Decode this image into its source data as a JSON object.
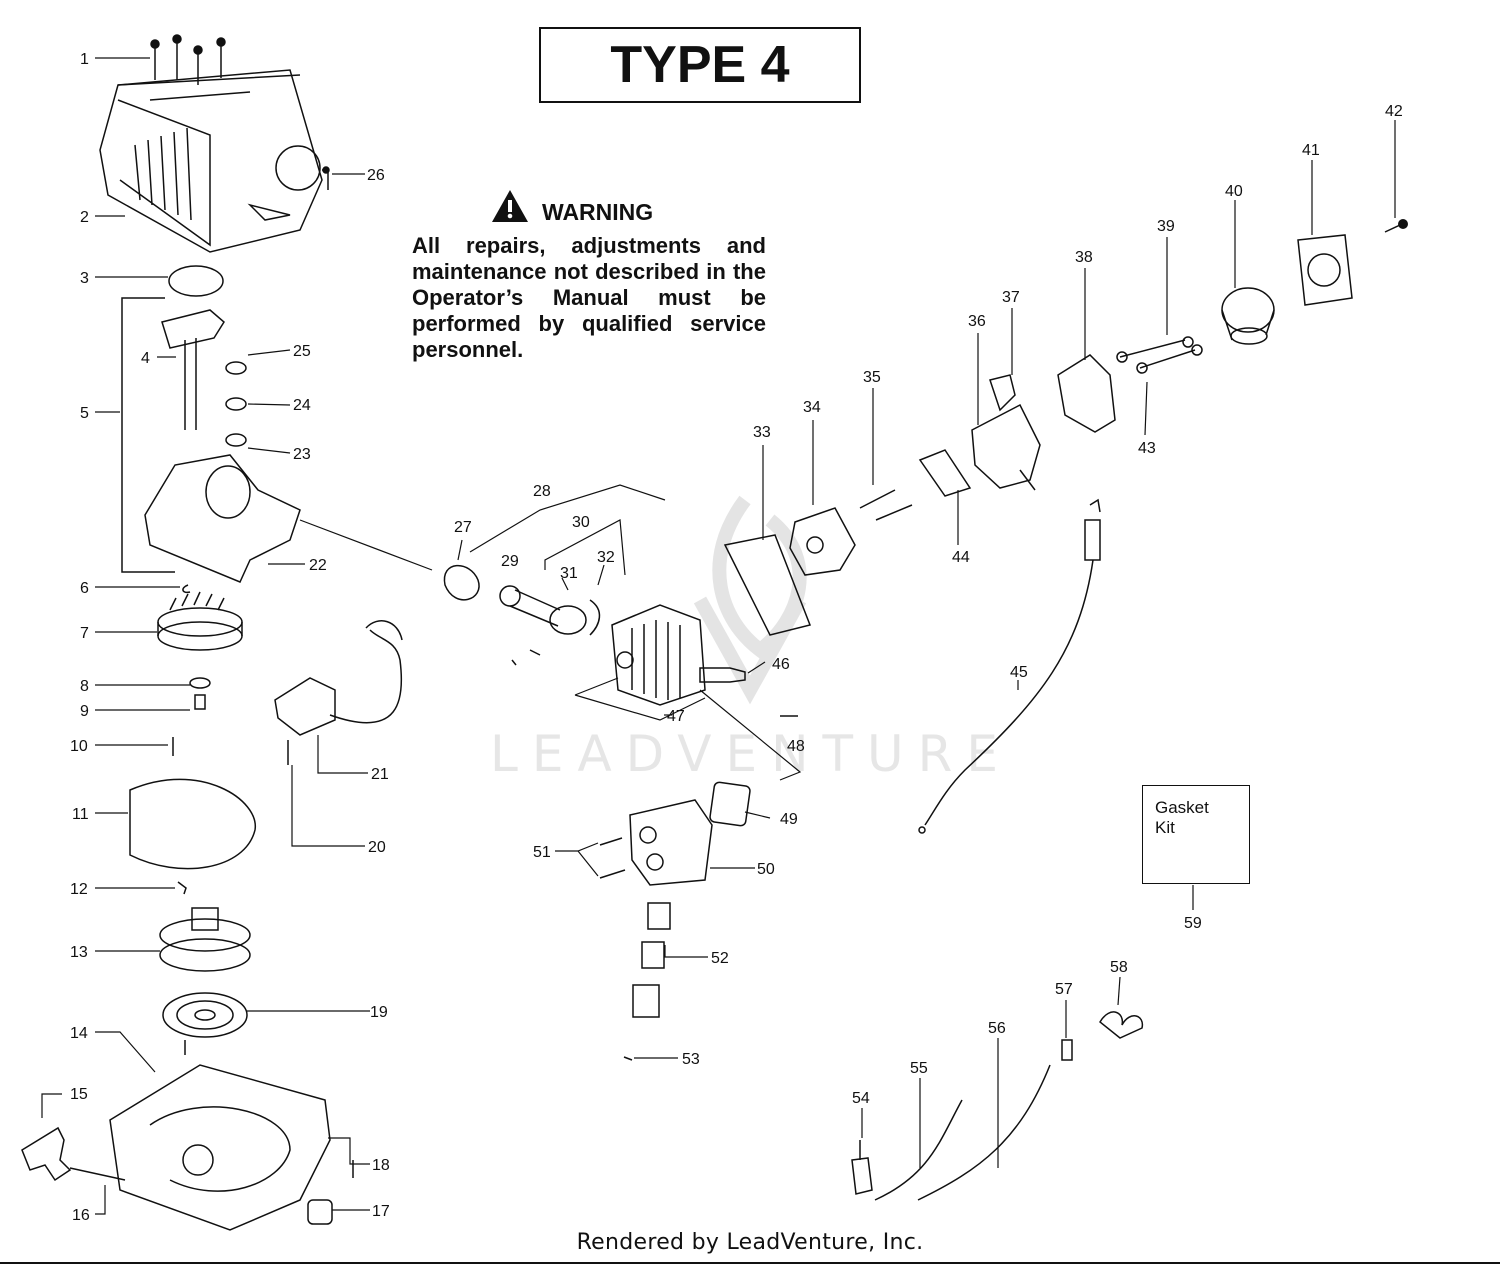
{
  "title": "TYPE 4",
  "warning": {
    "heading": "WARNING",
    "text": "All repairs, adjustments and maintenance not described in the Operator’s Manual must be performed by qualified service personnel."
  },
  "kit": {
    "line1": "Gasket",
    "line2": "Kit",
    "number": "59"
  },
  "footer": "Rendered by LeadVenture, Inc.",
  "watermark": "LEADVENTURE",
  "callouts": [
    "1",
    "2",
    "3",
    "4",
    "5",
    "6",
    "7",
    "8",
    "9",
    "10",
    "11",
    "12",
    "13",
    "14",
    "15",
    "16",
    "17",
    "18",
    "19",
    "20",
    "21",
    "22",
    "23",
    "24",
    "25",
    "26",
    "27",
    "28",
    "29",
    "30",
    "31",
    "32",
    "33",
    "34",
    "35",
    "36",
    "37",
    "38",
    "39",
    "40",
    "41",
    "42",
    "43",
    "44",
    "45",
    "46",
    "47",
    "48",
    "49",
    "50",
    "51",
    "52",
    "53",
    "54",
    "55",
    "56",
    "57",
    "58"
  ]
}
